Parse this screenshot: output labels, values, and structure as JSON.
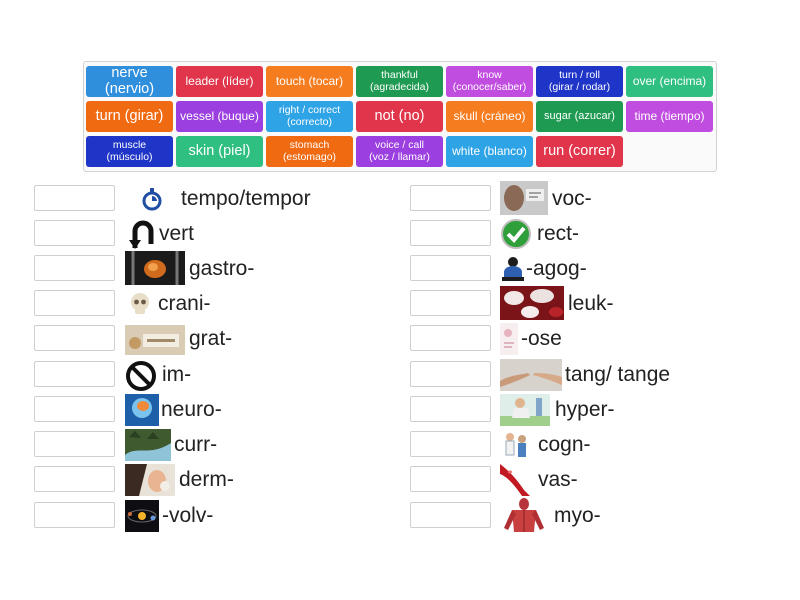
{
  "tiles": [
    {
      "label": "nerve (nervio)",
      "color": "#2f8fdc"
    },
    {
      "label": "leader (líder)",
      "color": "#e0354a"
    },
    {
      "label": "touch (tocar)",
      "color": "#f57c1f"
    },
    {
      "label": "thankful\n(agradecida)",
      "color": "#1f9a52"
    },
    {
      "label": "know\n(conocer/saber)",
      "color": "#c14ce0"
    },
    {
      "label": "turn / roll\n(girar / rodar)",
      "color": "#1f35c8"
    },
    {
      "label": "over (encima)",
      "color": "#2fbf80"
    },
    {
      "label": "turn (girar)",
      "color": "#f06a12"
    },
    {
      "label": "vessel (buque)",
      "color": "#9b3fe0"
    },
    {
      "label": "right / correct\n(correcto)",
      "color": "#2ea3e6"
    },
    {
      "label": "not (no)",
      "color": "#e0354a"
    },
    {
      "label": "skull (cráneo)",
      "color": "#f57c1f"
    },
    {
      "label": "sugar (azucar)",
      "color": "#1f9a52"
    },
    {
      "label": "time (tiempo)",
      "color": "#c14ce0"
    },
    {
      "label": "muscle\n(músculo)",
      "color": "#1f35c8"
    },
    {
      "label": "skin (piel)",
      "color": "#2fbf80"
    },
    {
      "label": "stomach\n(estomago)",
      "color": "#f06a12"
    },
    {
      "label": "voice / call\n(voz / llamar)",
      "color": "#9b3fe0"
    },
    {
      "label": "white (blanco)",
      "color": "#2ea3e6"
    },
    {
      "label": "run (correr)",
      "color": "#e0354a"
    }
  ],
  "left_items": [
    {
      "term": "tempo/tempor",
      "icon": "stopwatch-icon"
    },
    {
      "term": "vert",
      "icon": "u-turn-icon"
    },
    {
      "term": "gastro-",
      "icon": "stomach-image"
    },
    {
      "term": "crani-",
      "icon": "skull-image"
    },
    {
      "term": "grat-",
      "icon": "thankful-card-image"
    },
    {
      "term": "im-",
      "icon": "prohibited-icon"
    },
    {
      "term": "neuro-",
      "icon": "brain-image"
    },
    {
      "term": "curr-",
      "icon": "river-image"
    },
    {
      "term": "derm-",
      "icon": "skin-care-image"
    },
    {
      "term": "-volv-",
      "icon": "solar-system-image"
    }
  ],
  "right_items": [
    {
      "term": "voc-",
      "icon": "shouting-image"
    },
    {
      "term": "rect-",
      "icon": "checkmark-icon"
    },
    {
      "term": "-agog-",
      "icon": "teacher-icon"
    },
    {
      "term": "leuk-",
      "icon": "blood-cells-image"
    },
    {
      "term": "-ose",
      "icon": "sugar-image"
    },
    {
      "term": "tang/ tange",
      "icon": "touching-hands-image"
    },
    {
      "term": "hyper-",
      "icon": "jumping-person-image"
    },
    {
      "term": "cogn-",
      "icon": "scientists-image"
    },
    {
      "term": "vas-",
      "icon": "blood-vessel-image"
    },
    {
      "term": "myo-",
      "icon": "muscle-anatomy-image"
    }
  ]
}
